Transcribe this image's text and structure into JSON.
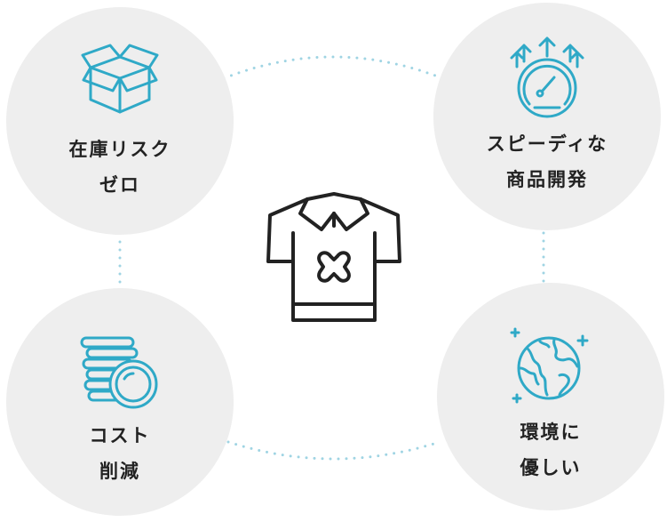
{
  "colors": {
    "accent": "#2fa9c7",
    "circle_fill": "#eeeeee",
    "shirt_stroke": "#222222",
    "label_text": "#222222",
    "dots": "#9fd4e3"
  },
  "center": {
    "icon": "polo-shirt-icon"
  },
  "nodes": [
    {
      "id": "inventory",
      "icon": "cardboard-box-icon",
      "lines": [
        "在庫リスク",
        "ゼロ"
      ]
    },
    {
      "id": "speed",
      "icon": "speedometer-arrows-icon",
      "lines": [
        "スピーディな",
        "商品開発"
      ]
    },
    {
      "id": "cost",
      "icon": "coin-stack-icon",
      "lines": [
        "コスト",
        "削減"
      ]
    },
    {
      "id": "eco",
      "icon": "globe-sparkle-icon",
      "lines": [
        "環境に",
        "優しい"
      ]
    }
  ]
}
